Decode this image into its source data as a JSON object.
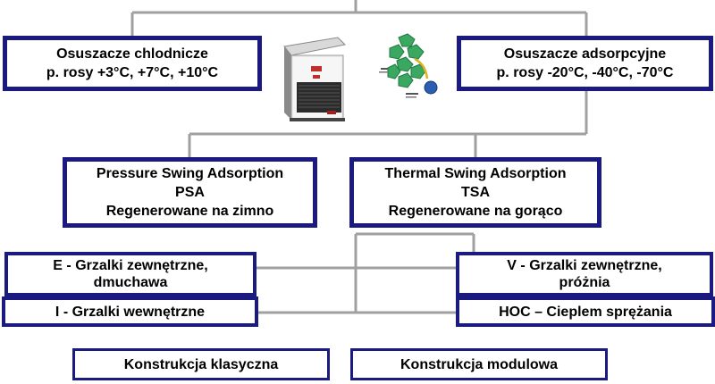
{
  "diagram": {
    "refrigeration_box": {
      "line1": "Osuszacze chlodnicze",
      "line2": "p. rosy +3°C, +7°C, +10°C"
    },
    "adsorption_box": {
      "line1": "Osuszacze adsorpcyjne",
      "line2": "p. rosy -20°C, -40°C, -70°C"
    },
    "psa_box": {
      "line1": "Pressure Swing Adsorption",
      "line2": "PSA",
      "line3": "Regenerowane na zimno"
    },
    "tsa_box": {
      "line1": "Thermal Swing Adsorption",
      "line2": "TSA",
      "line3": "Regenerowane na gorąco"
    },
    "e_box": {
      "line1": "E - Grzalki zewnętrzne,",
      "line2": "dmuchawa"
    },
    "i_box": {
      "line1": "I - Grzalki wewnętrzne"
    },
    "v_box": {
      "line1": "V - Grzalki zewnętrzne,",
      "line2": "próżnia"
    },
    "hoc_box": {
      "line1": "HOC – Cieplem sprężania"
    },
    "classic_box": {
      "line1": "Konstrukcja klasyczna"
    },
    "modular_box": {
      "line1": "Konstrukcja modulowa"
    }
  },
  "colors": {
    "box_border": "#1a1a80",
    "connector": "#a0a0a0",
    "molecule": "#3aa860",
    "molecule_accent": "#2a5fb0"
  }
}
